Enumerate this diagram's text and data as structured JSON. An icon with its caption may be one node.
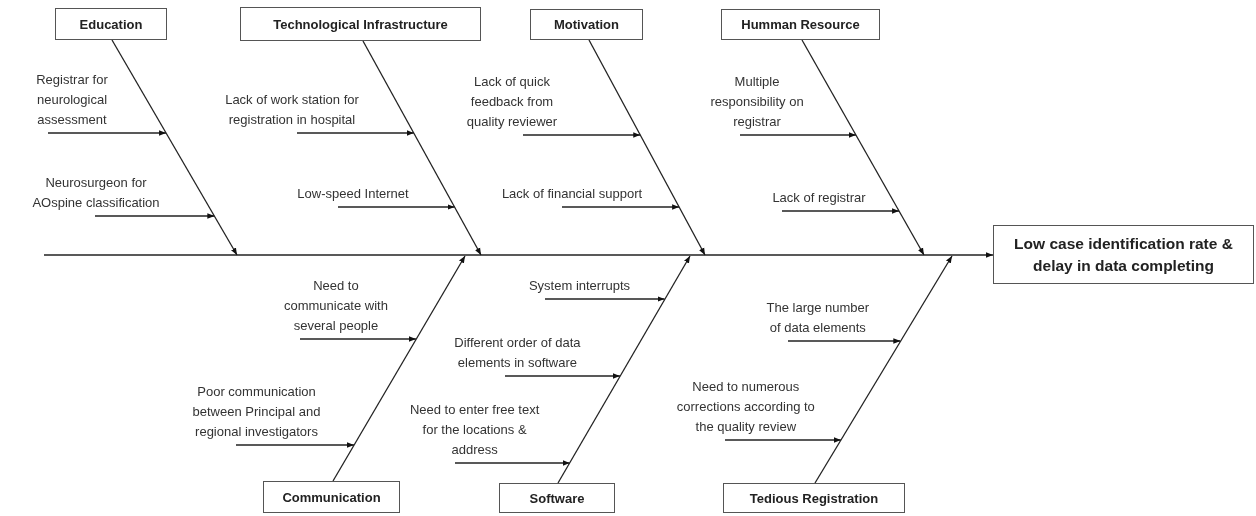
{
  "diagram": {
    "nodes": [
      {
        "text": [
          "Education"
        ]
      },
      {
        "text": [
          "Technological Infrastructure"
        ]
      },
      {
        "text": [
          "Motivation"
        ]
      },
      {
        "text": [
          "Humman Resource"
        ]
      },
      {
        "text": [
          "Low case identification rate & delay in data completing"
        ]
      },
      {
        "text": [
          "Communication"
        ]
      },
      {
        "text": [
          "Software"
        ]
      },
      {
        "text": [
          "Tedious  Registration"
        ]
      },
      {
        "text": [
          "Registrar for neurological assessment"
        ]
      },
      {
        "text": [
          "Neurosurgeon for AOspine classification"
        ]
      },
      {
        "text": [
          "Lack of work station for registration in hospital"
        ]
      },
      {
        "text": [
          "Low-speed Internet"
        ]
      },
      {
        "text": [
          "Lack of quick feedback from quality reviewer"
        ]
      },
      {
        "text": [
          "Lack of financial support"
        ]
      },
      {
        "text": [
          "Multiple responsibility on registrar"
        ]
      },
      {
        "text": [
          "Lack of registrar"
        ]
      },
      {
        "text": [
          "Need to communicate with several people"
        ]
      },
      {
        "text": [
          "Poor communication between Principal and regional investigators"
        ]
      },
      {
        "text": [
          "System interrupts"
        ]
      },
      {
        "text": [
          "Different order of data elements in software"
        ]
      },
      {
        "text": [
          "Need to enter free text for the locations & address"
        ]
      },
      {
        "text": [
          "The large number of data elements"
        ]
      },
      {
        "text": [
          "Need to numerous corrections according to the quality review"
        ]
      }
    ],
    "edges": [
      {
        "from": null,
        "to": 4,
        "arrow": "to"
      },
      {
        "from": 0,
        "to": null,
        "arrow": "to"
      },
      {
        "from": 1,
        "to": null,
        "arrow": "to"
      },
      {
        "from": 2,
        "to": null,
        "arrow": "to"
      },
      {
        "from": 3,
        "to": null,
        "arrow": "to"
      },
      {
        "from": 5,
        "to": null,
        "arrow": "to"
      },
      {
        "from": 6,
        "to": null,
        "arrow": "to"
      },
      {
        "from": 7,
        "to": null,
        "arrow": "to"
      },
      {
        "from": 8,
        "to": null,
        "arrow": "to"
      },
      {
        "from": 9,
        "to": null,
        "arrow": "to"
      },
      {
        "from": 10,
        "to": null,
        "arrow": "to"
      },
      {
        "from": 11,
        "to": null,
        "arrow": "to"
      },
      {
        "from": 12,
        "to": null,
        "arrow": "to"
      },
      {
        "from": 13,
        "to": null,
        "arrow": "to"
      },
      {
        "from": 14,
        "to": null,
        "arrow": "to"
      },
      {
        "from": 15,
        "to": null,
        "arrow": "to"
      },
      {
        "from": 16,
        "to": null,
        "arrow": "to"
      },
      {
        "from": 17,
        "to": null,
        "arrow": "to"
      },
      {
        "from": 18,
        "to": null,
        "arrow": "to"
      },
      {
        "from": 19,
        "to": null,
        "arrow": "to"
      },
      {
        "from": 20,
        "to": null,
        "arrow": "to"
      },
      {
        "from": 21,
        "to": null,
        "arrow": "to"
      },
      {
        "from": 22,
        "to": null,
        "arrow": "to"
      }
    ]
  }
}
